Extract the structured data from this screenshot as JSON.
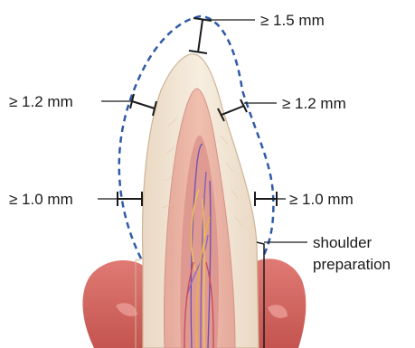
{
  "diagram": {
    "labels": {
      "incisal": "≥ 1.5 mm",
      "left_upper": "≥ 1.2 mm",
      "right_upper": "≥ 1.2 mm",
      "left_lower": "≥ 1.0 mm",
      "right_lower": "≥ 1.0 mm",
      "shoulder_line1": "shoulder",
      "shoulder_line2": "preparation"
    },
    "colors": {
      "outline_dashed": "#2f5aa8",
      "gum": "#cf6b66",
      "enamel_dentin": "#f1e2cf",
      "pulp_outer": "#e6a9a0",
      "pulp_inner": "#d98f8a",
      "vessel": "#6f4fb0",
      "nerve": "#f3c94e"
    }
  }
}
